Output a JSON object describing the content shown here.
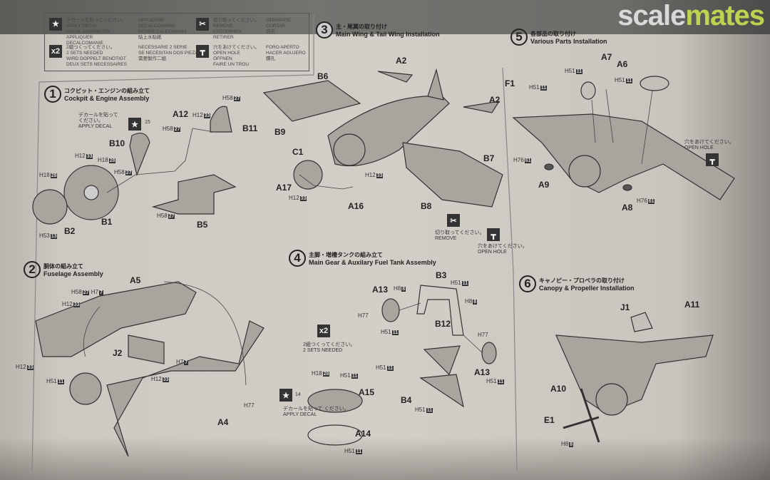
{
  "watermark": {
    "part1": "scale",
    "part2": "mates"
  },
  "legend": {
    "apply_decal": [
      "デカールを貼ってください。",
      "APPLY DECAL",
      "DECAL ANBRINGEN",
      "APPLIQUER DECALCOMANIE",
      "APPLICARE DECALCOMANIE",
      "PONER CALCOMANIA",
      "貼上水貼紙"
    ],
    "remove": [
      "切り取ってください。",
      "REMOVE",
      "ENTFERNEN",
      "RETIRER",
      "SEPARARE",
      "CORTAR",
      "切去"
    ],
    "two_sets_badge": "x2",
    "two_sets": [
      "2組つくってください。",
      "2 SETS NEEDED",
      "WIRD DOPPELT BENÖTIGT",
      "DEUX SETS NECESSAIRES",
      "NECESSARIE 2 SERIE",
      "SE NECESITAN DOS PIEZAS",
      "需要製作二組"
    ],
    "open_hole": [
      "穴をあけてください。",
      "OPEN HOLE",
      "ÖFFNEN",
      "FAIRE UN TROU",
      "FORO APERTO",
      "HACER AGUJERO",
      "鑽孔"
    ]
  },
  "steps": [
    {
      "num": "1",
      "jp": "コクピット・エンジンの組み立て",
      "en": "Cockpit & Engine Assembly"
    },
    {
      "num": "2",
      "jp": "胴体の組み立て",
      "en": "Fuselage Assembly"
    },
    {
      "num": "3",
      "jp": "主・尾翼の取り付け",
      "en": "Main Wing & Tail Wing Installation"
    },
    {
      "num": "4",
      "jp": "主脚・増槽タンクの組み立て",
      "en": "Main Gear & Auxilary Fuel Tank Assembly"
    },
    {
      "num": "5",
      "jp": "各部品の取り付け",
      "en": "Various Parts Installation"
    },
    {
      "num": "6",
      "jp": "キャノピー・プロペラの取り付け",
      "en": "Canopy & Propeller Installation"
    }
  ],
  "notes": {
    "apply_decal_jp": "デカールを貼って ください。",
    "apply_decal_en": "APPLY DECAL",
    "decal_15": "15",
    "decal_14": "14",
    "remove_jp": "切り取ってください。",
    "remove_en": "REMOVE",
    "open_hole_jp": "穴をあけてください。",
    "open_hole_en": "OPEN HOLE",
    "two_sets_jp": "2組つくってください。",
    "two_sets_en": "2 SETS NEEDED",
    "x2": "x2"
  },
  "parts": {
    "A2": "A2",
    "A2b": "A2",
    "A5": "A5",
    "A4": "A4",
    "A6": "A6",
    "A7": "A7",
    "A8": "A8",
    "A9": "A9",
    "A10": "A10",
    "A11": "A11",
    "A12": "A12",
    "A13": "A13",
    "A13b": "A13",
    "A14": "A14",
    "A15": "A15",
    "A16": "A16",
    "A17": "A17",
    "B1": "B1",
    "B2": "B2",
    "B3": "B3",
    "B4": "B4",
    "B5": "B5",
    "B6": "B6",
    "B7": "B7",
    "B8": "B8",
    "B9": "B9",
    "B10": "B10",
    "B11": "B11",
    "B12": "B12",
    "C1": "C1",
    "E1": "E1",
    "F1": "F1",
    "J1": "J1",
    "J2": "J2"
  },
  "paint": {
    "H58": "H58",
    "H12": "H12",
    "H18": "H18",
    "H53": "H53",
    "H51": "H51",
    "H8": "H8",
    "H77": "H77",
    "H7": "H7",
    "H76": "H76",
    "c27": "27",
    "c33": "33",
    "c28": "28",
    "c13": "13",
    "c11": "11",
    "c8": "8",
    "c7": "7",
    "c61": "61"
  }
}
